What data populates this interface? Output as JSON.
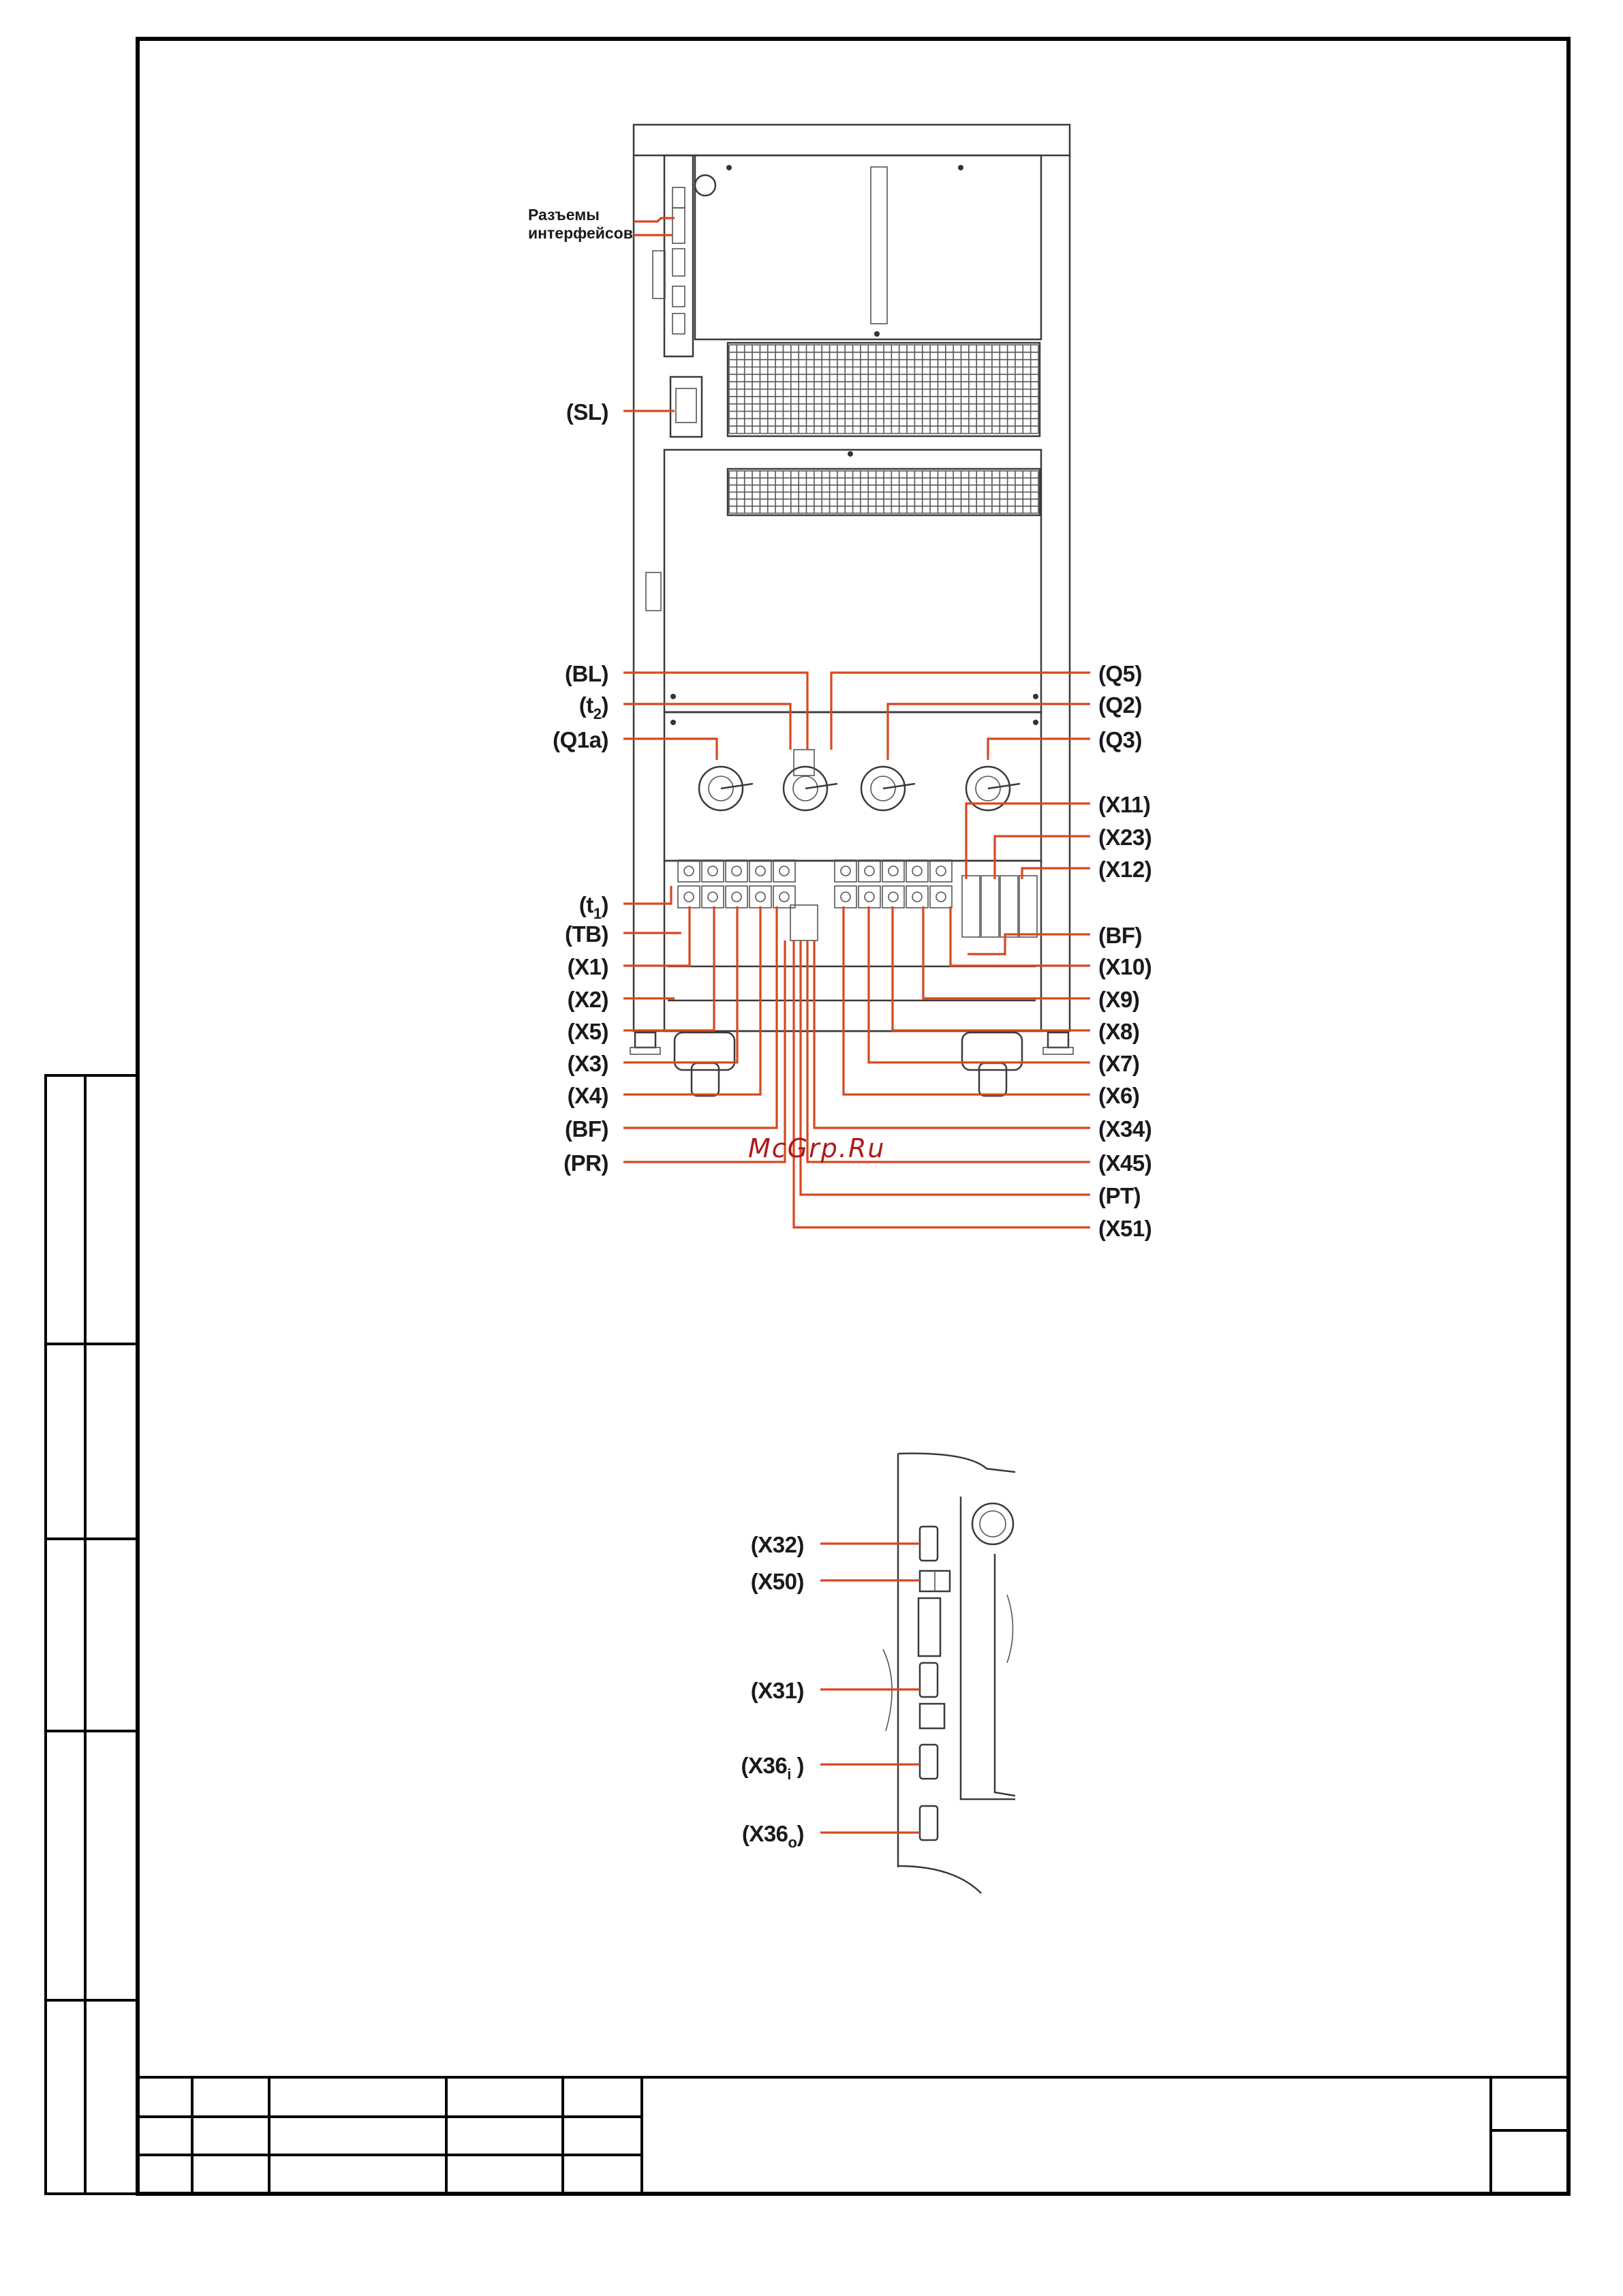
{
  "diagram": {
    "header_note": "Разъемы\nинтерфейсов",
    "left_labels": [
      {
        "text": "(SL)"
      },
      {
        "text": "(BL)"
      },
      {
        "text": "(t",
        "sub": "2",
        "tail": ")"
      },
      {
        "text": "(Q1a)"
      },
      {
        "text": "(t",
        "sub": "1",
        "tail": ")"
      },
      {
        "text": "(TB)"
      },
      {
        "text": "(X1)"
      },
      {
        "text": "(X2)"
      },
      {
        "text": "(X5)"
      },
      {
        "text": "(X3)"
      },
      {
        "text": "(X4)"
      },
      {
        "text": "(BF)"
      },
      {
        "text": "(PR)"
      }
    ],
    "right_labels": [
      {
        "text": "(Q5)"
      },
      {
        "text": "(Q2)"
      },
      {
        "text": "(Q3)"
      },
      {
        "text": "(X11)"
      },
      {
        "text": "(X23)"
      },
      {
        "text": "(X12)"
      },
      {
        "text": "(BF)"
      },
      {
        "text": "(X10)"
      },
      {
        "text": "(X9)"
      },
      {
        "text": "(X8)"
      },
      {
        "text": "(X7)"
      },
      {
        "text": "(X6)"
      },
      {
        "text": "(X34)"
      },
      {
        "text": "(X45)"
      },
      {
        "text": "(PT)"
      },
      {
        "text": "(X51)"
      }
    ],
    "detail_labels": [
      {
        "text": "(X32)"
      },
      {
        "text": "(X50)"
      },
      {
        "text": "(X31)"
      },
      {
        "text": "(X36",
        "sub": "i",
        "tail": " )"
      },
      {
        "text": "(X36",
        "sub": "o",
        "tail": ")"
      }
    ],
    "watermark": "McGrp.Ru",
    "colors": {
      "leader": "#d9471e",
      "ink": "#1a1a1a",
      "frame": "#000000",
      "watermark": "#b01818"
    }
  }
}
